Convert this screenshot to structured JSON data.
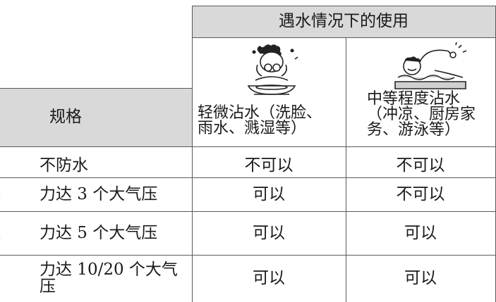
{
  "table": {
    "header_group": "遇水情况下的使用",
    "spec_header": "规格",
    "col_light": [
      "轻微沾水（洗脸、",
      "雨水、溅湿等）"
    ],
    "col_moderate": [
      "中等程度沾水",
      "（冲凉、厨房家",
      "务、游泳等）"
    ],
    "rows": [
      {
        "spec": "不防水",
        "light": "不可以",
        "moderate": "不可以"
      },
      {
        "spec": "力达 3 个大气压",
        "light": "可以",
        "moderate": "不可以"
      },
      {
        "spec": "力达 5 个大气压",
        "light": "可以",
        "moderate": "可以"
      },
      {
        "spec": "力达 10/20 个大气压",
        "light": "可以",
        "moderate": "可以"
      }
    ],
    "edge_marks": [
      "；",
      "；",
      "："
    ]
  },
  "illustrations": {
    "light": "face-washing-icon",
    "moderate": "swimming-icon"
  }
}
